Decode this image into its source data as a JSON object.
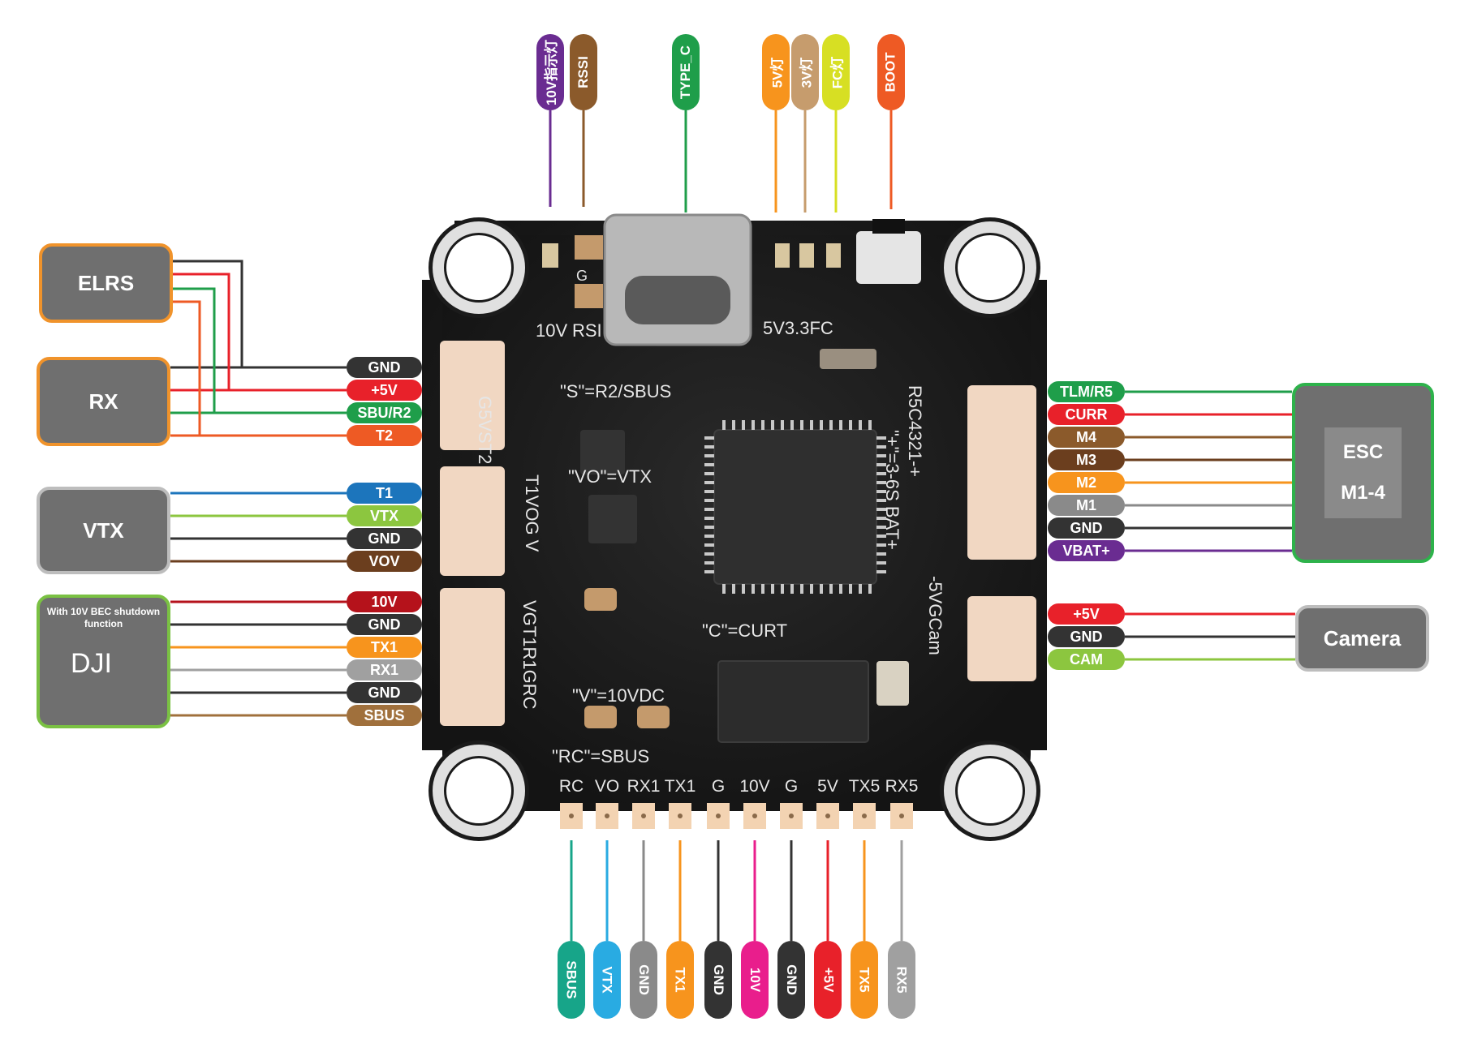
{
  "devices": {
    "elrs": {
      "label": "ELRS",
      "border": "#f0932b",
      "fill": "#6f6f6f"
    },
    "rx": {
      "label": "RX",
      "border": "#f0932b",
      "fill": "#6f6f6f"
    },
    "vtx": {
      "label": "VTX",
      "border": "#bdbdbd",
      "fill": "#6f6f6f"
    },
    "dji": {
      "label": "DJI",
      "note": "With 10V BEC shutdown function",
      "border": "#7ac143",
      "fill": "#6f6f6f"
    },
    "esc": {
      "label_1": "ESC",
      "label_2": "M1-4",
      "border": "#2eb24b",
      "fill": "#6f6f6f"
    },
    "camera": {
      "label": "Camera",
      "border": "#bdbdbd",
      "fill": "#6f6f6f"
    }
  },
  "left_pins": {
    "rx_group": [
      {
        "label": "GND",
        "color": "#333333",
        "wire": "#333333"
      },
      {
        "label": "+5V",
        "color": "#e8212a",
        "wire": "#e8212a"
      },
      {
        "label": "SBU/R2",
        "color": "#1f9e4a",
        "wire": "#1f9e4a"
      },
      {
        "label": "T2",
        "color": "#ee5a24",
        "wire": "#ee5a24"
      }
    ],
    "vtx_group": [
      {
        "label": "T1",
        "color": "#1c75bc",
        "wire": "#1c75bc"
      },
      {
        "label": "VTX",
        "color": "#8cc63f",
        "wire": "#8cc63f"
      },
      {
        "label": "GND",
        "color": "#333333",
        "wire": "#333333"
      },
      {
        "label": "VOV",
        "color": "#6b3e1e",
        "wire": "#6b3e1e"
      }
    ],
    "dji_group": [
      {
        "label": "10V",
        "color": "#b5121b",
        "wire": "#b5121b"
      },
      {
        "label": "GND",
        "color": "#333333",
        "wire": "#333333"
      },
      {
        "label": "TX1",
        "color": "#f7941d",
        "wire": "#f7941d"
      },
      {
        "label": "RX1",
        "color": "#a0a0a0",
        "wire": "#a0a0a0"
      },
      {
        "label": "GND",
        "color": "#333333",
        "wire": "#333333"
      },
      {
        "label": "SBUS",
        "color": "#a0703c",
        "wire": "#a0703c"
      }
    ]
  },
  "right_pins": {
    "esc_group": [
      {
        "label": "TLM/R5",
        "color": "#1f9e4a",
        "wire": "#1f9e4a"
      },
      {
        "label": "CURR",
        "color": "#e8212a",
        "wire": "#e8212a"
      },
      {
        "label": "M4",
        "color": "#8b5a2b",
        "wire": "#8b5a2b"
      },
      {
        "label": "M3",
        "color": "#6b3e1e",
        "wire": "#6b3e1e"
      },
      {
        "label": "M2",
        "color": "#f7941d",
        "wire": "#f7941d"
      },
      {
        "label": "M1",
        "color": "#8a8a8a",
        "wire": "#8a8a8a"
      },
      {
        "label": "GND",
        "color": "#333333",
        "wire": "#333333"
      },
      {
        "label": "VBAT+",
        "color": "#6a2c91",
        "wire": "#6a2c91"
      }
    ],
    "cam_group": [
      {
        "label": "+5V",
        "color": "#e8212a",
        "wire": "#e8212a"
      },
      {
        "label": "GND",
        "color": "#333333",
        "wire": "#333333"
      },
      {
        "label": "CAM",
        "color": "#8cc63f",
        "wire": "#8cc63f"
      }
    ]
  },
  "top_pins": [
    {
      "label": "10V指示灯",
      "color": "#6a2c91"
    },
    {
      "label": "RSSI",
      "color": "#8b5a2b"
    },
    {
      "label": "TYPE_C",
      "color": "#1f9e4a"
    },
    {
      "label": "5V灯",
      "color": "#f7941d"
    },
    {
      "label": "3V灯",
      "color": "#c69c6d"
    },
    {
      "label": "FC灯",
      "color": "#d7df23"
    },
    {
      "label": "BOOT",
      "color": "#ee5a24"
    }
  ],
  "bottom_pins": [
    {
      "label": "SBUS",
      "color": "#17a589"
    },
    {
      "label": "VTX",
      "color": "#29abe2"
    },
    {
      "label": "GND",
      "color": "#8a8a8a"
    },
    {
      "label": "TX1",
      "color": "#f7941d"
    },
    {
      "label": "GND",
      "color": "#333333"
    },
    {
      "label": "10V",
      "color": "#e91e8c"
    },
    {
      "label": "GND",
      "color": "#333333"
    },
    {
      "label": "+5V",
      "color": "#e8212a"
    },
    {
      "label": "TX5",
      "color": "#f7941d"
    },
    {
      "label": "RX5",
      "color": "#a0a0a0"
    }
  ],
  "board": {
    "pad_labels_bottom": [
      "RC",
      "VO",
      "RX1",
      "TX1",
      "G",
      "10V",
      "G",
      "5V",
      "TX5",
      "RX5"
    ],
    "top_silk": {
      "l1": "10V",
      "l2": "RSI",
      "l3": "5V3.3FC",
      "g": "G"
    },
    "silk_sbus": "\"S\"=R2/SBUS",
    "silk_vtx": "\"VO\"=VTX",
    "silk_curt": "\"C\"=CURT",
    "silk_vdc": "\"V\"=10VDC",
    "silk_rc": "\"RC\"=SBUS",
    "silk_left_1": "G5VST2",
    "silk_left_2": "T1VOG V",
    "silk_left_3": "VGT1R1GRC",
    "silk_right_1": "R5C4321-+",
    "silk_right_2": "\"+\"=3-6S BAT+",
    "silk_right_3": "-5VGCam"
  }
}
